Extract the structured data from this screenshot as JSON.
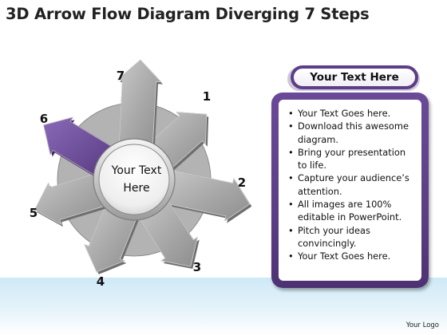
{
  "title": "3D Arrow Flow Diagram Diverging 7 Steps",
  "colors": {
    "arrow_gray": "#a9a9a9",
    "highlight_purple": "#6b4a9c",
    "panel_purple": "#5c3e86",
    "background_band": "#d4ecf8"
  },
  "diagram": {
    "center_label_line1": "Your Text",
    "center_label_line2": "Here",
    "highlighted_step": "6",
    "steps": [
      {
        "number": "1"
      },
      {
        "number": "2"
      },
      {
        "number": "3"
      },
      {
        "number": "4"
      },
      {
        "number": "5"
      },
      {
        "number": "6"
      },
      {
        "number": "7"
      }
    ]
  },
  "panel": {
    "heading": "Your Text Here",
    "bullets": [
      "Your Text Goes here.",
      "Download this awesome diagram.",
      "Bring your presentation to life.",
      "Capture your audience’s attention.",
      "All images are 100% editable in PowerPoint.",
      "Pitch your ideas convincingly.",
      "Your Text Goes here."
    ]
  },
  "footer": "Your Logo"
}
